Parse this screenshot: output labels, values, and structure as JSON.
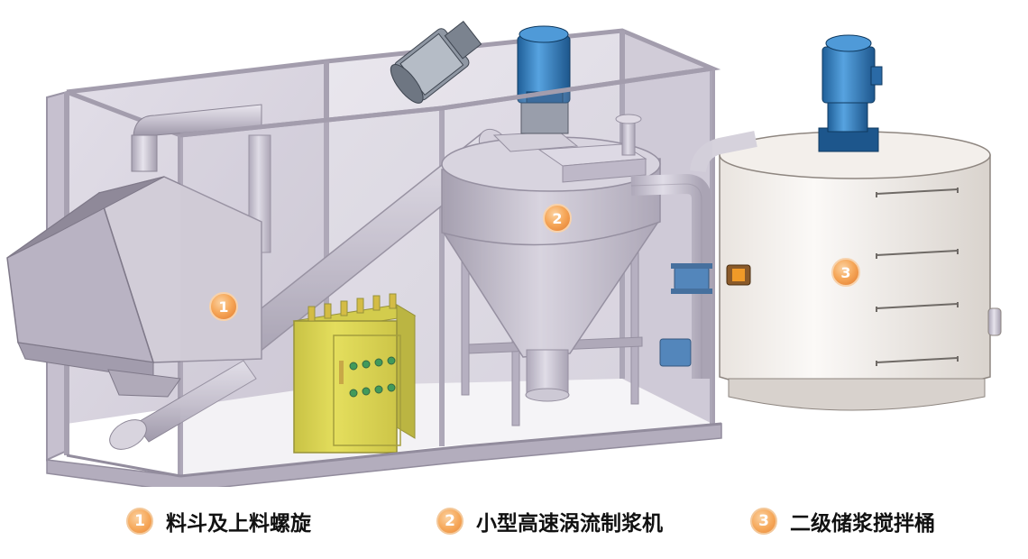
{
  "components": [
    {
      "number": "1",
      "label": "料斗及上料螺旋"
    },
    {
      "number": "2",
      "label": "小型高速涡流制浆机"
    },
    {
      "number": "3",
      "label": "二级储浆搅拌桶"
    }
  ],
  "colors": {
    "badge": "#f6a85a",
    "frame": "#b9b3c3",
    "glass": "#c9c3d2",
    "motor": "#2f79b9",
    "control_box": "#e2dc32",
    "tank": "#f6f3ef",
    "pipe": "#cfcbd6"
  }
}
